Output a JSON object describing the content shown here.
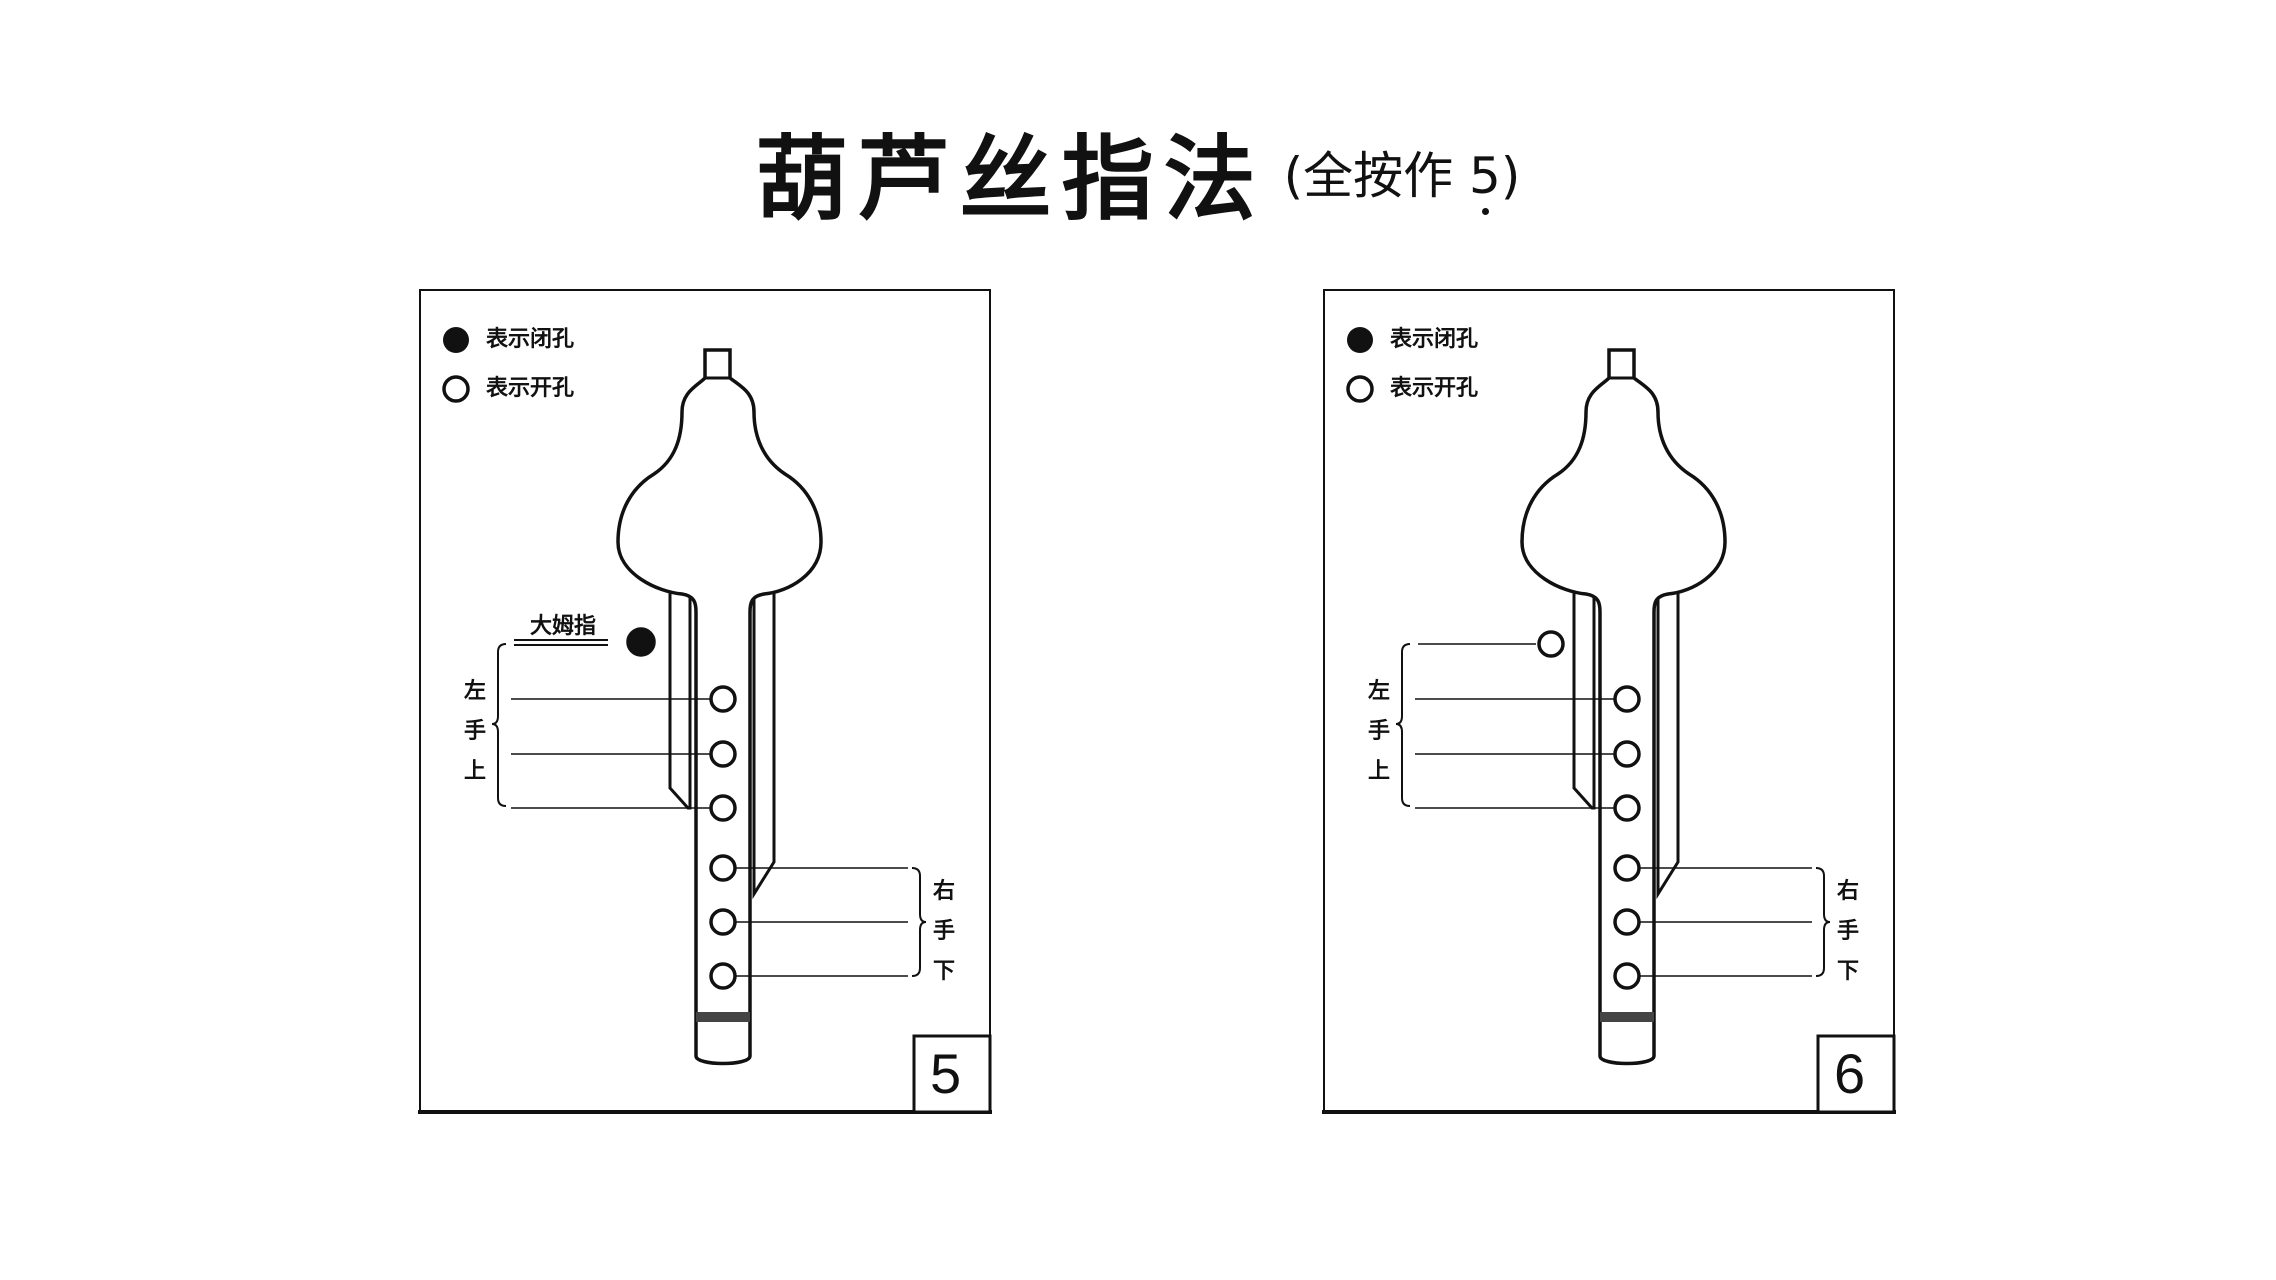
{
  "title": {
    "main": "葫芦丝指法",
    "sub_open": "(全按作",
    "sub_note": "5",
    "sub_close": ")"
  },
  "legend": {
    "closed": "表示闭孔",
    "open": "表示开孔"
  },
  "panels": [
    {
      "number": "5",
      "thumb_label": "大姆指",
      "left_hand": [
        "左",
        "手",
        "上"
      ],
      "right_hand": [
        "右",
        "手",
        "下"
      ],
      "holes": {
        "thumb": "closed",
        "left": [
          "open",
          "open",
          "open"
        ],
        "right": [
          "open",
          "open",
          "open"
        ]
      }
    },
    {
      "number": "6",
      "thumb_label": "",
      "left_hand": [
        "左",
        "手",
        "上"
      ],
      "right_hand": [
        "右",
        "手",
        "下"
      ],
      "holes": {
        "thumb": "open",
        "left": [
          "open",
          "open",
          "open"
        ],
        "right": [
          "open",
          "open",
          "open"
        ]
      }
    }
  ],
  "colors": {
    "ink": "#111111",
    "band": "#444444",
    "background": "#ffffff"
  }
}
